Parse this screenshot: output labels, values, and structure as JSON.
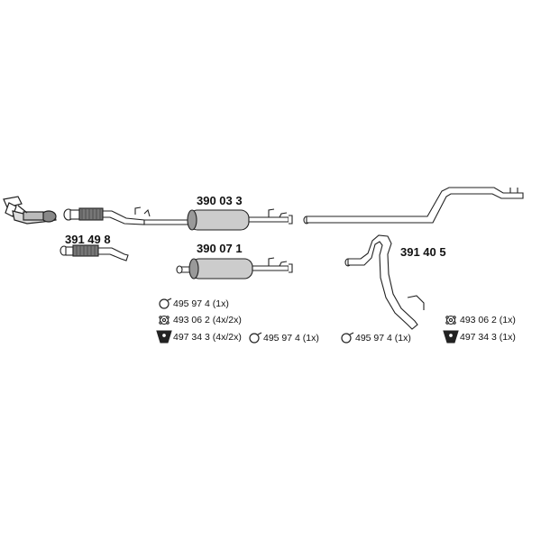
{
  "parts": [
    {
      "id": "front-pipe",
      "number": "391 49 8"
    },
    {
      "id": "middle-silencer",
      "number": "390 03 3"
    },
    {
      "id": "middle-silencer-alt",
      "number": "390 07 1"
    },
    {
      "id": "rear-pipe",
      "number": "391 40 5"
    }
  ],
  "accessories": {
    "clamp_1": {
      "icon": "pipe-clamp-icon",
      "text": "495 97 4 (1x)"
    },
    "ring_1": {
      "icon": "rubber-ring-icon",
      "text": "493 06 2 (4x/2x)"
    },
    "mount_1": {
      "icon": "rubber-mount-icon",
      "text": "497 34 3 (4x/2x)"
    },
    "clamp_2": {
      "icon": "pipe-clamp-icon",
      "text": "495 97 4 (1x)"
    },
    "clamp_3": {
      "icon": "pipe-clamp-icon",
      "text": "495 97 4 (1x)"
    },
    "ring_2": {
      "icon": "rubber-ring-icon",
      "text": "493 06 2 (1x)"
    },
    "mount_2": {
      "icon": "rubber-mount-icon",
      "text": "497 34 3 (1x)"
    }
  }
}
